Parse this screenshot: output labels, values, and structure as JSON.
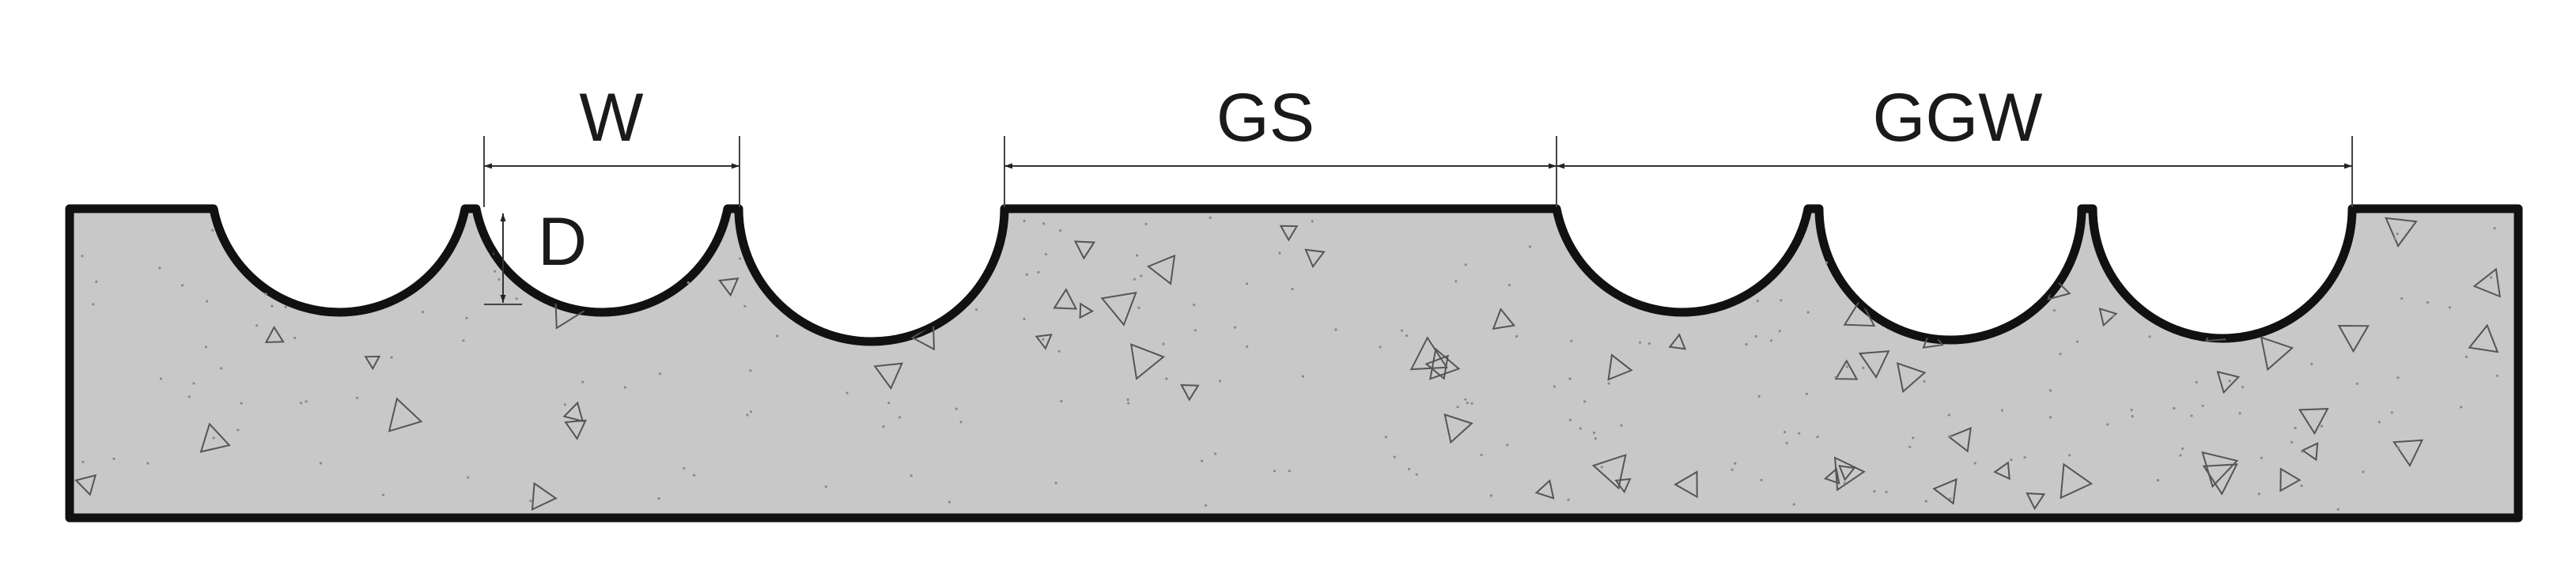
{
  "labels": {
    "groove_width": "W",
    "groove_depth": "D",
    "groove_spacing": "GS",
    "groove_group_width": "GGW"
  },
  "colors": {
    "concrete_fill": "#c8c8c8",
    "outline": "#111111",
    "dimension_line": "#333333",
    "speckle": "#8a8a8a"
  }
}
